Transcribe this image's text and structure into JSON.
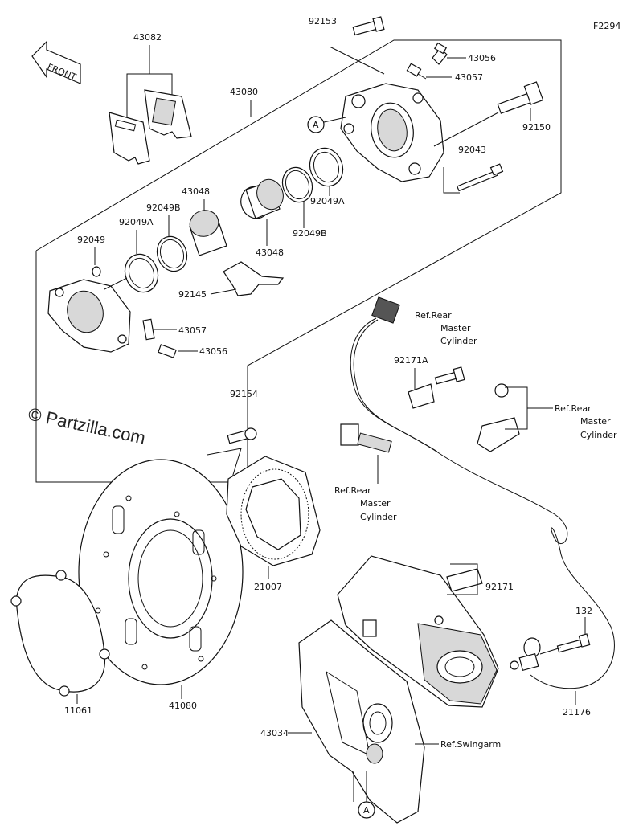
{
  "diagram_code": "F2294",
  "watermark": "© Partzilla.com",
  "front_label": "FRONT",
  "callout_letter": "A",
  "part_labels": {
    "p92153": "92153",
    "p43082": "43082",
    "p43056_top": "43056",
    "p43057_top": "43057",
    "p43080": "43080",
    "p92150": "92150",
    "p92043": "92043",
    "p43048_a": "43048",
    "p92049B_a": "92049B",
    "p92049A_a": "92049A",
    "p92049": "92049",
    "p92049A_b": "92049A",
    "p92049B_b": "92049B",
    "p43048_b": "43048",
    "p92145": "92145",
    "p43057_bot": "43057",
    "p43056_bot": "43056",
    "p92171A": "92171A",
    "p92154": "92154",
    "p21007": "21007",
    "p92171": "92171",
    "p132": "132",
    "p11061": "11061",
    "p41080": "41080",
    "p21176": "21176",
    "p43034": "43034"
  },
  "references": {
    "rear_master_1": [
      "Ref.Rear",
      "Master",
      "Cylinder"
    ],
    "rear_master_2": [
      "Ref.Rear",
      "Master",
      "Cylinder"
    ],
    "rear_master_3": [
      "Ref.Rear",
      "Master",
      "Cylinder"
    ],
    "swingarm": "Ref.Swingarm"
  }
}
